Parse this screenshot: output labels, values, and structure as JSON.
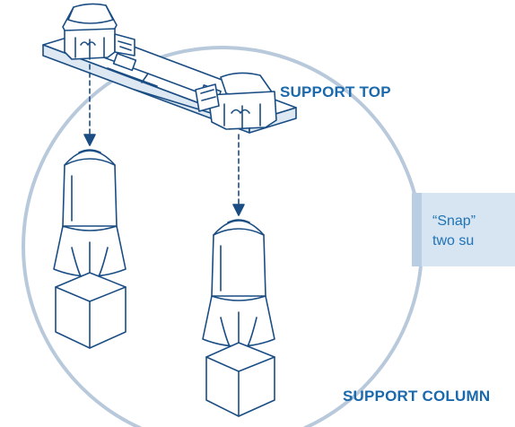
{
  "labels": {
    "support_top": "SUPPORT TOP",
    "support_column": "SUPPORT COLUMN"
  },
  "callout": {
    "text_line1": "“Snap”",
    "text_line2": "two su"
  },
  "colors": {
    "outline": "#1a4d84",
    "label_text": "#1a69ad",
    "circle": "#b9c9dc",
    "part_fill": "#ffffff",
    "part_shade": "#dde8f3",
    "callout_bg": "#d7e4f1",
    "callout_bar": "#b9cde3"
  },
  "icons": {
    "arrow": "dashed-down-arrow"
  }
}
